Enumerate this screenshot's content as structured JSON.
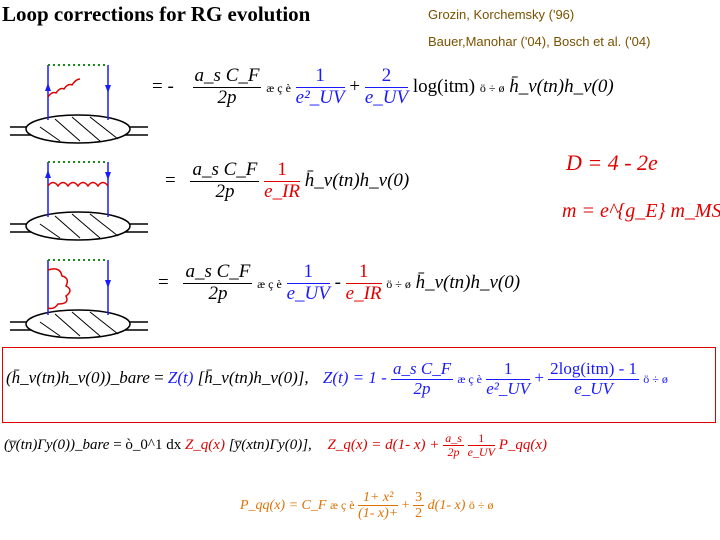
{
  "title": "Loop corrections for RG evolution",
  "refs": [
    "Grozin, Korchemsky ('96)",
    "Bauer,Manohar ('04), Bosch et al. ('04)"
  ],
  "eq1": {
    "prefix": "= -",
    "coef_num": "a_s C_F",
    "coef_den": "2p",
    "bracket_open": "æ ç è",
    "t1_num": "1",
    "t1_den": "e²_UV",
    "plus": "+",
    "t2_num": "2",
    "t2_den": "e_UV",
    "log": "log(itm)",
    "bracket_close": "ö ÷ ø",
    "tail": "h̄_v(tn)h_v(0)"
  },
  "eq2": {
    "prefix": "=",
    "coef_num": "a_s C_F",
    "coef_den": "2p",
    "t_num": "1",
    "t_den": "e_IR",
    "tail": "h̄_v(tn)h_v(0)"
  },
  "eq3": {
    "prefix": "=",
    "coef_num": "a_s C_F",
    "coef_den": "2p",
    "bracket_open": "æ ç è",
    "t1_num": "1",
    "t1_den": "e_UV",
    "minus": "-",
    "t2_num": "1",
    "t2_den": "e_IR",
    "bracket_close": "ö ÷ ø",
    "tail": "h̄_v(tn)h_v(0)"
  },
  "side": {
    "delta": "D = 4 - 2e",
    "mu": "m = e^{g_E} m_MS"
  },
  "boxed": {
    "lhs": "(h̄_v(tn)h_v(0))_bare",
    "eq": "=",
    "z": "Z(t)",
    "rhs": "[h̄_v(tn)h_v(0)],",
    "z_def": "Z(t) = 1 -",
    "coef_num": "a_s C_F",
    "coef_den": "2p",
    "bracket_open": "æ ç è",
    "t1_num": "1",
    "t1_den": "e²_UV",
    "plus": "+",
    "t2_num": "2log(itm) - 1",
    "t2_den": "e_UV",
    "bracket_close": "ö ÷ ø"
  },
  "eq5": {
    "lhs": "(y̅(tn)Γy(0))_bare",
    "eq": "=",
    "integral": "ò_0^1 dx",
    "zq": "Z_q(x)",
    "rhs": "[y̅(xtn)Γy(0)],",
    "zq_def": "Z_q(x) = d(1- x) +",
    "coef_num": "a_s",
    "coef_den": "2p",
    "t_num": "1",
    "t_den": "e_UV",
    "pqq": "P_qq(x)"
  },
  "eq6": {
    "lhs": "P_qq(x) = C_F",
    "bracket_open": "æ ç è",
    "t1_num": "1+ x²",
    "t1_den": "(1- x)+",
    "plus": "+",
    "t2_num": "3",
    "t2_den": "2",
    "delta": "d(1- x)",
    "bracket_close": "ö ÷ ø"
  }
}
